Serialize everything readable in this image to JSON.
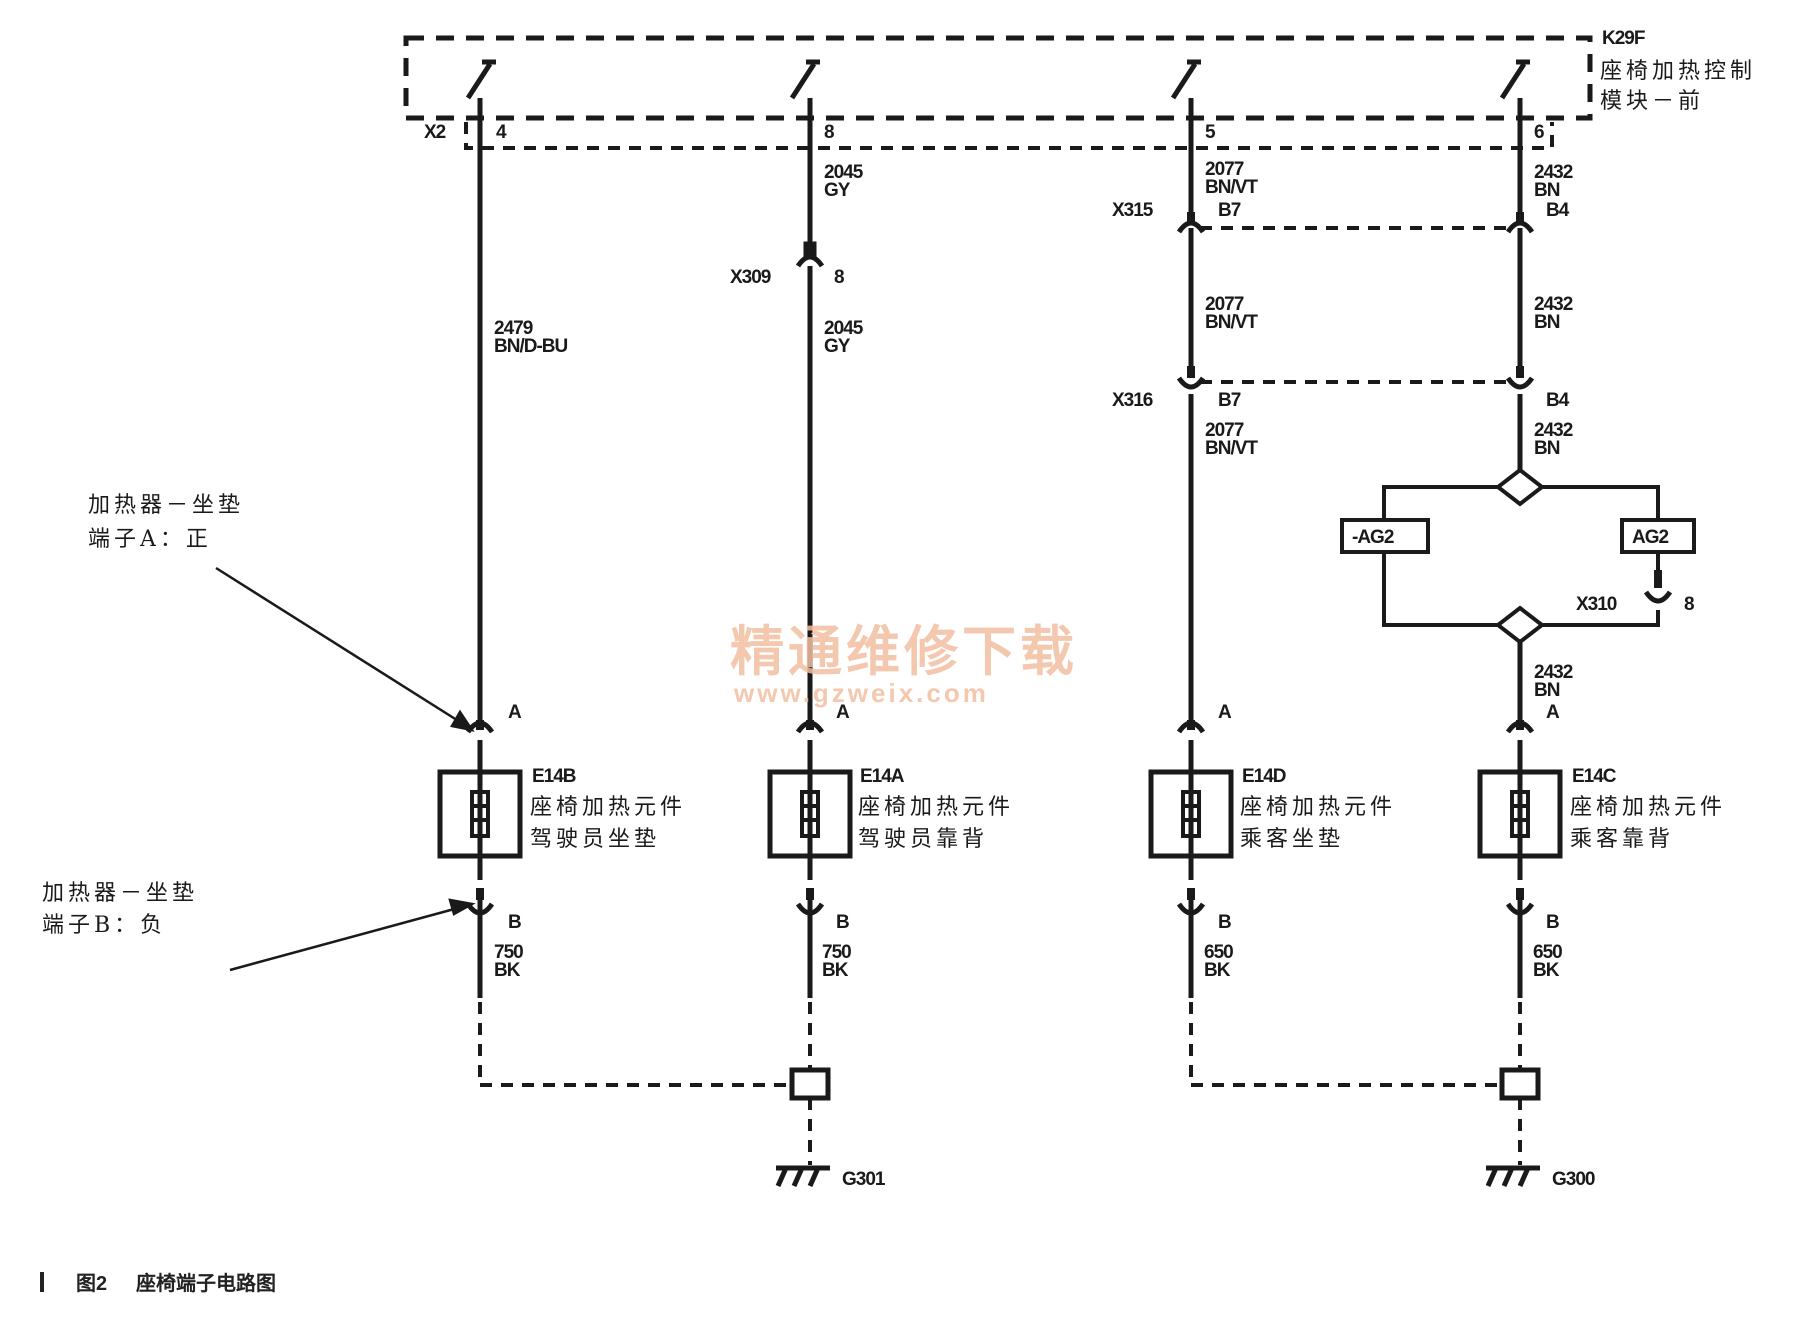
{
  "module": {
    "code": "K29F",
    "name_line1": "座椅加热控制",
    "name_line2": "模块－前",
    "connector": "X2"
  },
  "circuits": {
    "c1": {
      "pin": "4",
      "wire_num": "2479",
      "wire_color": "BN/D-BU"
    },
    "c2": {
      "pin": "8",
      "wire_num_top": "2045",
      "wire_color_top": "GY",
      "inline_conn": "X309",
      "inline_pin": "8",
      "wire_num_mid": "2045",
      "wire_color_mid": "GY"
    },
    "c3": {
      "pin": "5",
      "wire_num_top": "2077",
      "wire_color_top": "BN/VT",
      "conn1": "X315",
      "conn1_pin": "B7",
      "wire_num_mid": "2077",
      "wire_color_mid": "BN/VT",
      "conn2": "X316",
      "conn2_pin": "B7",
      "wire_num_bot": "2077",
      "wire_color_bot": "BN/VT"
    },
    "c4": {
      "pin": "6",
      "wire_num_top": "2432",
      "wire_color_top": "BN",
      "conn1_pin": "B4",
      "wire_num_mid": "2432",
      "wire_color_mid": "BN",
      "conn2_pin": "B4",
      "wire_num_bot": "2432",
      "wire_color_bot": "BN",
      "option_left": "-AG2",
      "option_right": "AG2",
      "inline_conn": "X310",
      "inline_pin": "8",
      "wire_num_low": "2432",
      "wire_color_low": "BN"
    }
  },
  "elements": [
    {
      "code": "E14B",
      "name1": "座椅加热元件",
      "name2": "驾驶员坐垫",
      "pin_a": "A",
      "pin_b": "B",
      "ground_wire": "750",
      "ground_color": "BK"
    },
    {
      "code": "E14A",
      "name1": "座椅加热元件",
      "name2": "驾驶员靠背",
      "pin_a": "A",
      "pin_b": "B",
      "ground_wire": "750",
      "ground_color": "BK"
    },
    {
      "code": "E14D",
      "name1": "座椅加热元件",
      "name2": "乘客坐垫",
      "pin_a": "A",
      "pin_b": "B",
      "ground_wire": "650",
      "ground_color": "BK"
    },
    {
      "code": "E14C",
      "name1": "座椅加热元件",
      "name2": "乘客靠背",
      "pin_a": "A",
      "pin_b": "B",
      "ground_wire": "650",
      "ground_color": "BK"
    }
  ],
  "grounds": {
    "left": "G301",
    "right": "G300"
  },
  "annotations": {
    "terminal_a_line1": "加热器－坐垫",
    "terminal_a_line2": "端子A：正",
    "terminal_b_line1": "加热器－坐垫",
    "terminal_b_line2": "端子B：负"
  },
  "watermark": {
    "line1": "精通维修下载",
    "line2": "www.gzweix.com"
  },
  "caption": {
    "fig": "图2",
    "title": "座椅端子电路图"
  },
  "colors": {
    "line": "#1a1a1a",
    "watermark": "#f2bfa0"
  }
}
